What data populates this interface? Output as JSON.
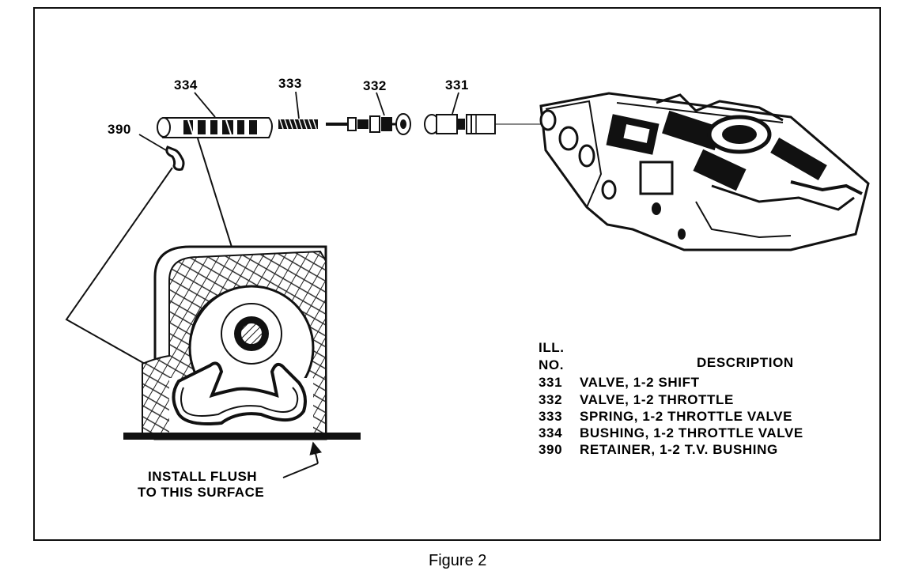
{
  "callouts": {
    "c334": "334",
    "c333": "333",
    "c332": "332",
    "c331": "331",
    "c390": "390"
  },
  "install_note": {
    "line1": "INSTALL FLUSH",
    "line2": "TO THIS SURFACE"
  },
  "legend": {
    "header_ill": "ILL.",
    "header_no": "NO.",
    "header_desc": "DESCRIPTION",
    "rows": [
      {
        "num": "331",
        "desc": "VALVE, 1-2 SHIFT"
      },
      {
        "num": "332",
        "desc": "VALVE, 1-2 THROTTLE"
      },
      {
        "num": "333",
        "desc": "SPRING, 1-2 THROTTLE VALVE"
      },
      {
        "num": "334",
        "desc": "BUSHING, 1-2 THROTTLE VALVE"
      },
      {
        "num": "390",
        "desc": "RETAINER, 1-2 T.V. BUSHING"
      }
    ]
  },
  "caption": "Figure 2"
}
